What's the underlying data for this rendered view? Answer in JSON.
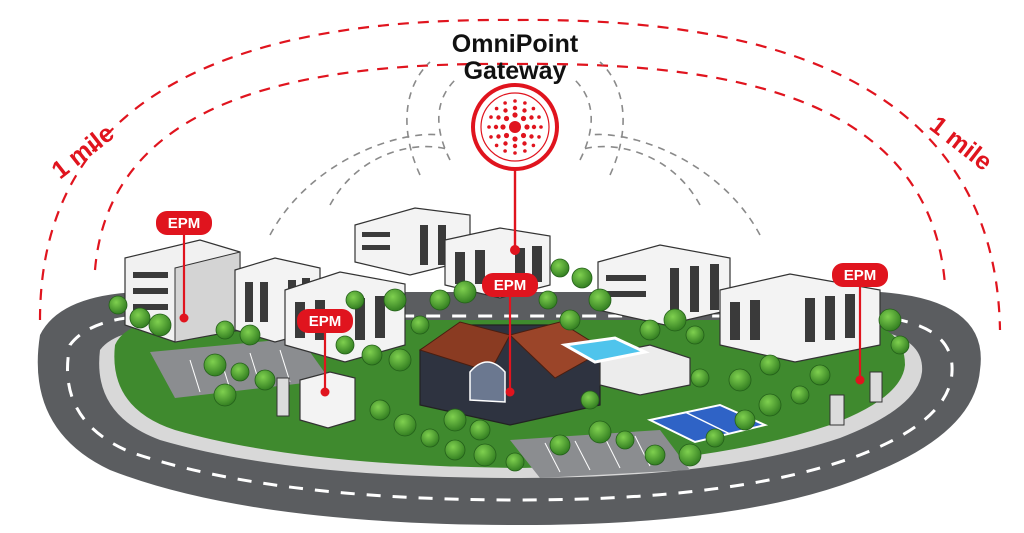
{
  "gateway": {
    "title_line1": "OmniPoint",
    "title_line2": "Gateway"
  },
  "range": {
    "left_label": "1 mile",
    "right_label": "1 mile"
  },
  "epm_markers": [
    {
      "label": "EPM"
    },
    {
      "label": "EPM"
    },
    {
      "label": "EPM"
    },
    {
      "label": "EPM"
    }
  ],
  "colors": {
    "accent_red": "#e0141e",
    "road": "#5b5d60",
    "grass": "#3f8a2e",
    "tree": "#3e9a2a",
    "building": "#eeeeee",
    "pool": "#4fc4ec",
    "tennis_court": "#2f63c6",
    "roof": "#8a3b22"
  }
}
